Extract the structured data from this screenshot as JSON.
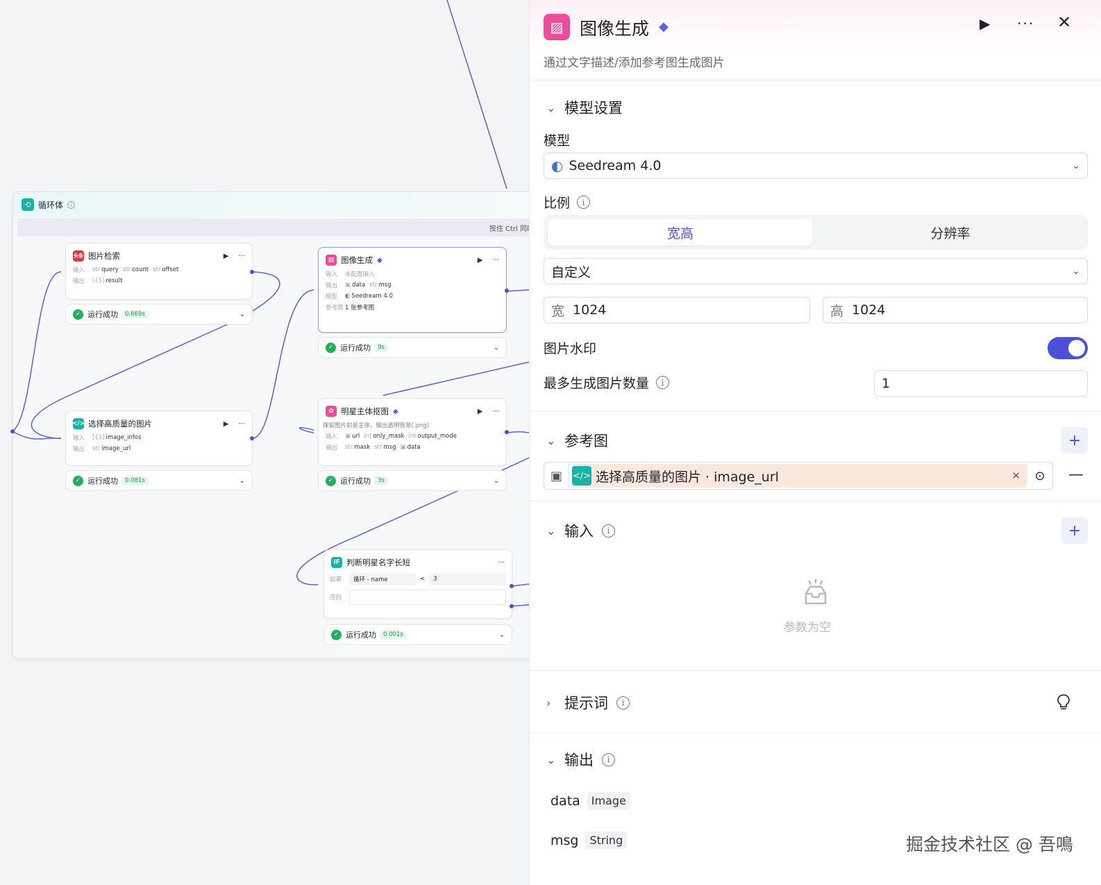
{
  "canvas": {
    "loop": {
      "title": "循环体",
      "hint": "按住 Ctrl 同时"
    },
    "node_search": {
      "title": "图片检索",
      "icon_badge": "头条",
      "inputs_label": "输入",
      "outputs_label": "输出",
      "inputs": [
        {
          "type": "str",
          "name": "query"
        },
        {
          "type": "str",
          "name": "count"
        },
        {
          "type": "str",
          "name": "offset"
        }
      ],
      "outputs": [
        {
          "type": "[{}]",
          "name": "result"
        }
      ],
      "status": "运行成功",
      "duration": "0.669s"
    },
    "node_select": {
      "title": "选择高质量的图片",
      "inputs_label": "输入",
      "outputs_label": "输出",
      "inputs": [
        {
          "type": "[{}]",
          "name": "image_infos"
        }
      ],
      "outputs": [
        {
          "type": "str",
          "name": "image_url"
        }
      ],
      "status": "运行成功",
      "duration": "0.081s"
    },
    "node_image": {
      "title": "图像生成",
      "inputs_label": "输入",
      "inputs_value": "未配置输入",
      "outputs_label": "输出",
      "outputs": [
        {
          "type": "img",
          "name": "data"
        },
        {
          "type": "str",
          "name": "msg"
        }
      ],
      "model_label": "模型",
      "model_value": "Seedream 4.0",
      "ref_label": "参考图",
      "ref_value": "1 张参考图",
      "status": "运行成功",
      "duration": "9s"
    },
    "node_matting": {
      "title": "明星主体抠图",
      "desc": "保留图片前景主体，输出透明背景(.png)",
      "inputs_label": "输入",
      "outputs_label": "输出",
      "inputs": [
        {
          "type": "img",
          "name": "url"
        },
        {
          "type": "int",
          "name": "only_mask"
        },
        {
          "type": "int",
          "name": "output_mode"
        }
      ],
      "outputs": [
        {
          "type": "str",
          "name": "mask"
        },
        {
          "type": "str",
          "name": "msg"
        },
        {
          "type": "img",
          "name": "data"
        }
      ],
      "status": "运行成功",
      "duration": "3s"
    },
    "node_if": {
      "title": "判断明星名字长短",
      "icon_badge": "IF",
      "if_label": "如果",
      "else_label": "否则",
      "cond_left": "循环 - name",
      "cond_op": "<",
      "cond_right": "3",
      "status": "运行成功",
      "duration": "0.001s"
    }
  },
  "panel": {
    "title": "图像生成",
    "desc": "通过文字描述/添加参考图生成图片",
    "sections": {
      "model_settings": "模型设置",
      "reference": "参考图",
      "input": "输入",
      "prompt": "提示词",
      "output": "输出"
    },
    "model_label": "模型",
    "model_value": "Seedream 4.0",
    "ratio_label": "比例",
    "ratio_tabs": {
      "active": "宽高",
      "other": "分辨率"
    },
    "ratio_preset": "自定义",
    "width_label": "宽",
    "width_value": "1024",
    "height_label": "高",
    "height_value": "1024",
    "watermark_label": "图片水印",
    "watermark_on": true,
    "max_count_label": "最多生成图片数量",
    "max_count_value": "1",
    "reference_chip": "选择高质量的图片 · image_url",
    "input_empty": "参数为空",
    "outputs": [
      {
        "name": "data",
        "type": "Image"
      },
      {
        "name": "msg",
        "type": "String"
      }
    ],
    "colors": {
      "accent": "#4b50d9",
      "node_icon": "#ee4c9b",
      "code_icon": "#16b3a6",
      "success": "#21b05a"
    }
  },
  "watermark": "掘金技术社区 @ 吾鳴"
}
